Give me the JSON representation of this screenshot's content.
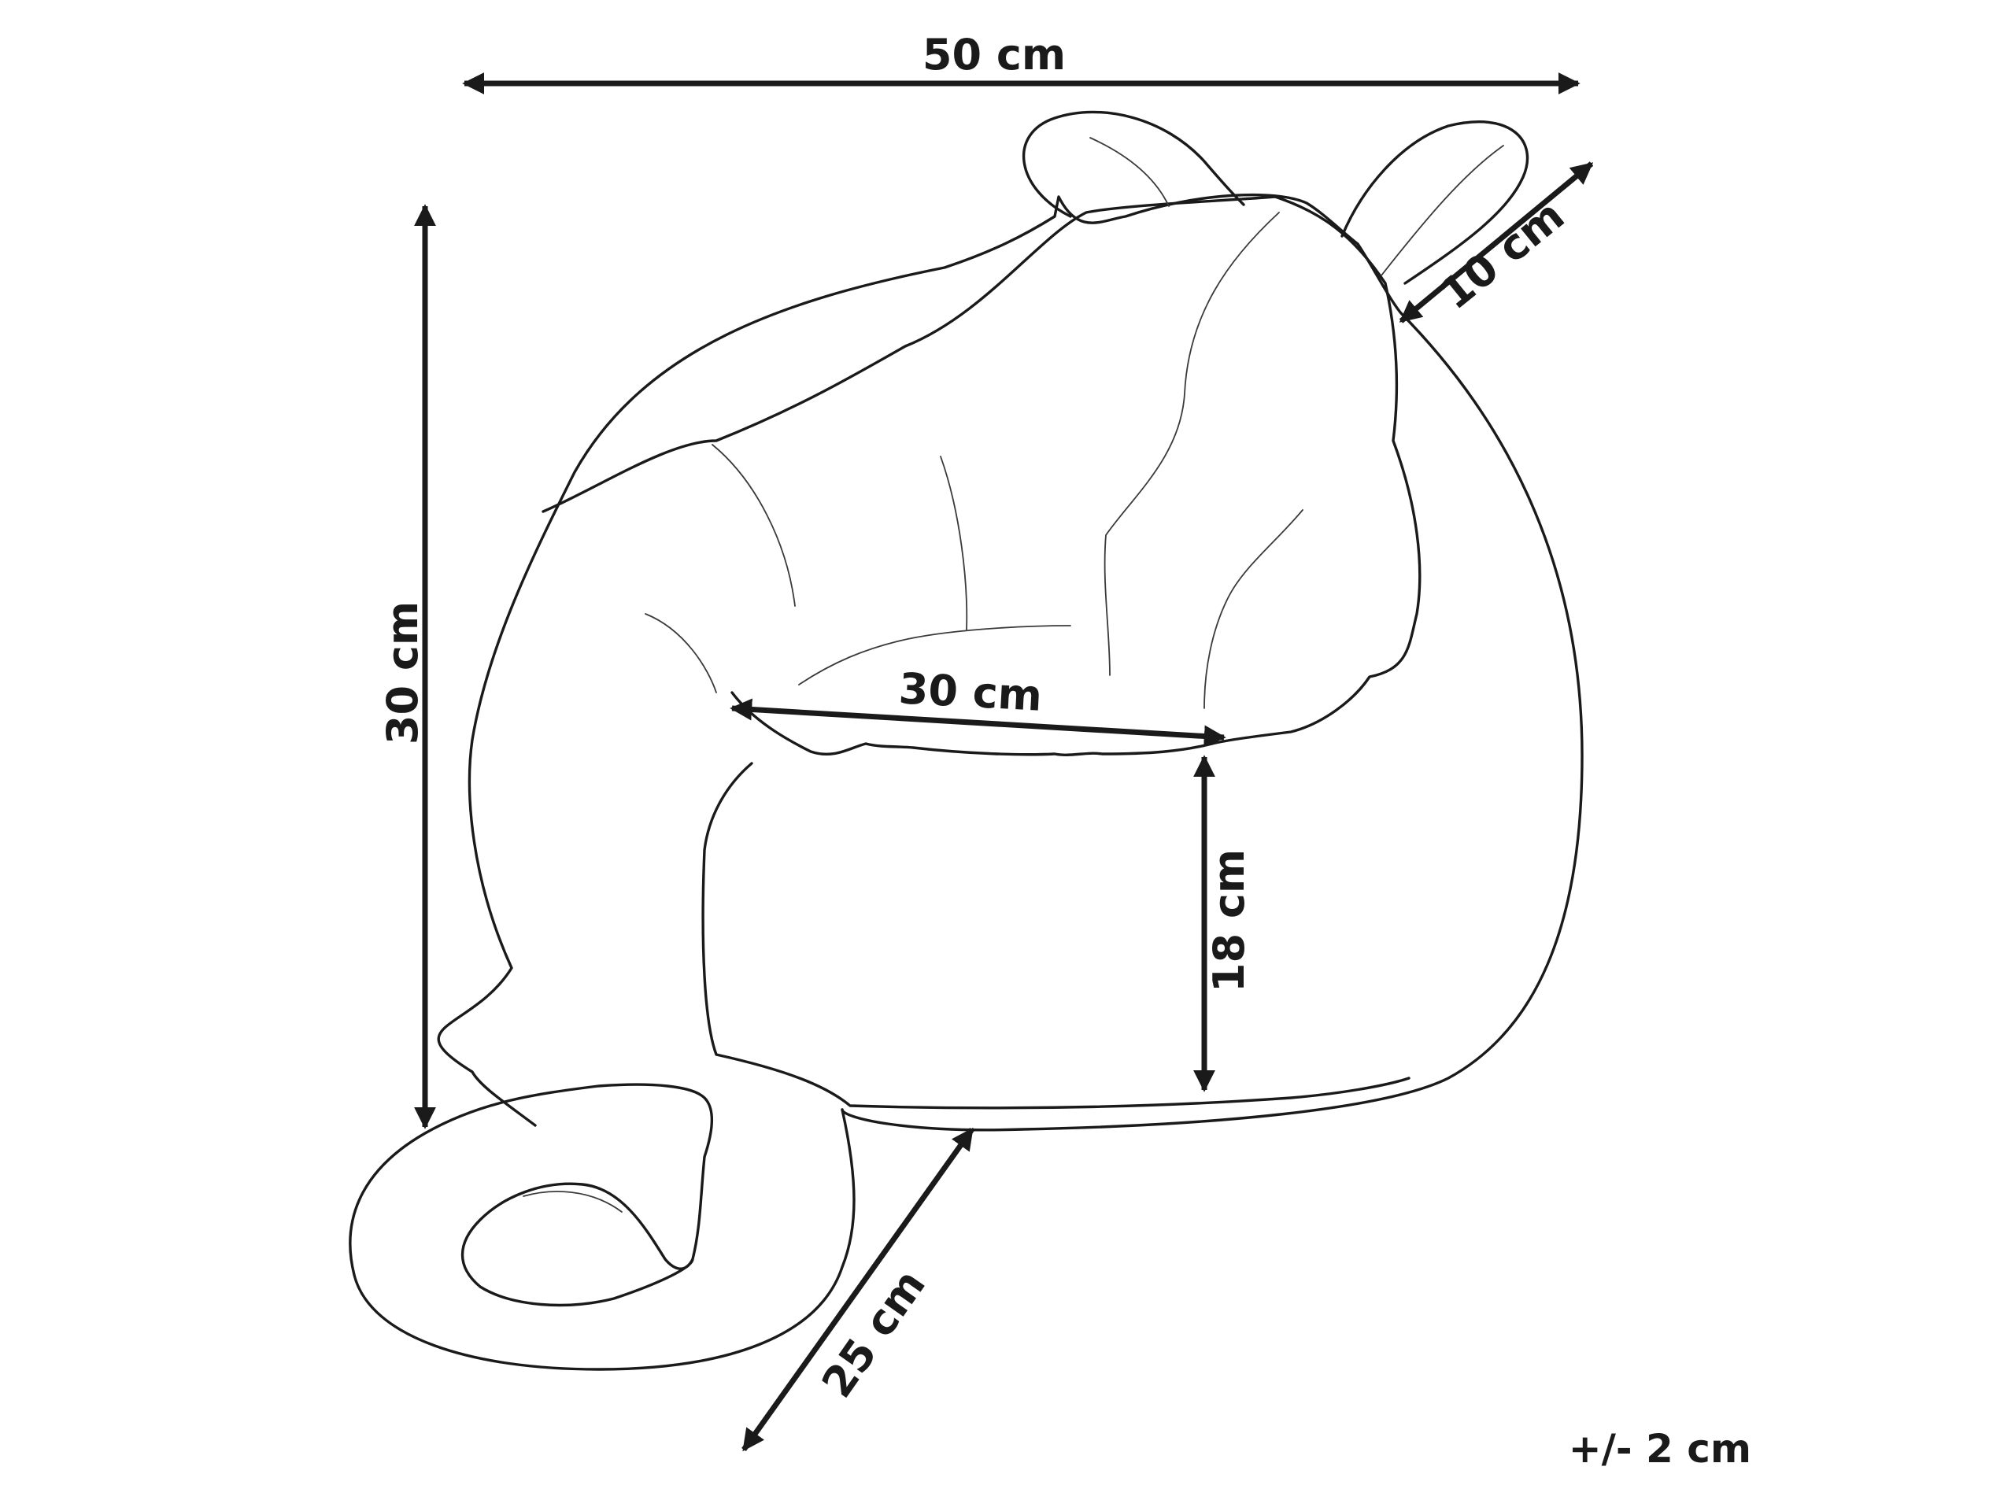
{
  "dimensions": {
    "width": "50 cm",
    "height": "30 cm",
    "ear": "10 cm",
    "seat_width": "30 cm",
    "seat_height": "18 cm",
    "tail": "25 cm"
  },
  "tolerance": "+/- 2 cm"
}
